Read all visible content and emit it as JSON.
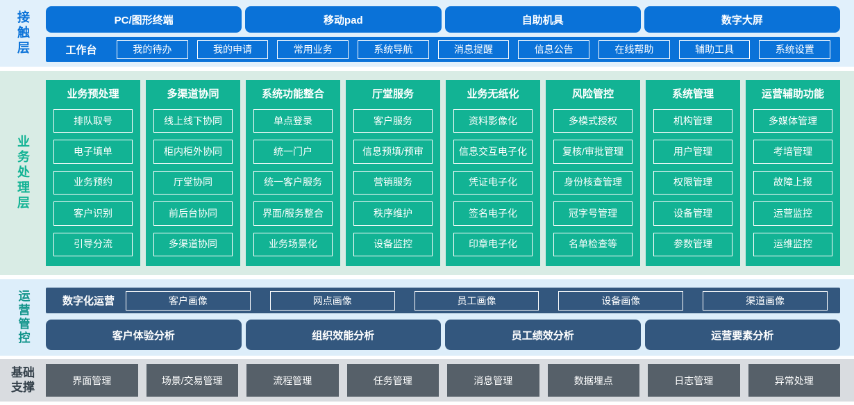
{
  "colors": {
    "blue": "#0a72d8",
    "band-contact": "#e1f0fb",
    "teal": "#12b394",
    "band-business": "#d9ece5",
    "navy": "#33577e",
    "band-ops": "#ddeefa",
    "teal-dark": "#11948a",
    "gray": "#566069",
    "band-base": "#d9dce0",
    "ink": "#333f49"
  },
  "contact_layer": {
    "label": "接触层",
    "terminals": [
      "PC/图形终端",
      "移动pad",
      "自助机具",
      "数字大屏"
    ],
    "workbench": {
      "label": "工作台",
      "items": [
        "我的待办",
        "我的申请",
        "常用业务",
        "系统导航",
        "消息提醒",
        "信息公告",
        "在线帮助",
        "辅助工具",
        "系统设置"
      ]
    }
  },
  "business_layer": {
    "label": "业务处理层",
    "columns": [
      {
        "title": "业务预处理",
        "items": [
          "排队取号",
          "电子填单",
          "业务预约",
          "客户识别",
          "引导分流"
        ]
      },
      {
        "title": "多渠道协同",
        "items": [
          "线上线下协同",
          "柜内柜外协同",
          "厅堂协同",
          "前后台协同",
          "多渠道协同"
        ]
      },
      {
        "title": "系统功能整合",
        "items": [
          "单点登录",
          "统一门户",
          "统一客户服务",
          "界面/服务整合",
          "业务场景化"
        ]
      },
      {
        "title": "厅堂服务",
        "items": [
          "客户服务",
          "信息预填/预审",
          "营销服务",
          "秩序维护",
          "设备监控"
        ]
      },
      {
        "title": "业务无纸化",
        "items": [
          "资料影像化",
          "信息交互电子化",
          "凭证电子化",
          "签名电子化",
          "印章电子化"
        ]
      },
      {
        "title": "风险管控",
        "items": [
          "多模式授权",
          "复核/审批管理",
          "身份核查管理",
          "冠字号管理",
          "名单检查等"
        ]
      },
      {
        "title": "系统管理",
        "items": [
          "机构管理",
          "用户管理",
          "权限管理",
          "设备管理",
          "参数管理"
        ]
      },
      {
        "title": "运营辅助功能",
        "items": [
          "多媒体管理",
          "考培管理",
          "故障上报",
          "运营监控",
          "运维监控"
        ]
      }
    ]
  },
  "ops_layer": {
    "label": "运营管控",
    "digital_ops": {
      "label": "数字化运营",
      "items": [
        "客户画像",
        "网点画像",
        "员工画像",
        "设备画像",
        "渠道画像"
      ]
    },
    "analysis": [
      "客户体验分析",
      "组织效能分析",
      "员工绩效分析",
      "运营要素分析"
    ]
  },
  "base_layer": {
    "label": "基础支撑",
    "items": [
      "界面管理",
      "场景/交易管理",
      "流程管理",
      "任务管理",
      "消息管理",
      "数据埋点",
      "日志管理",
      "异常处理"
    ]
  }
}
